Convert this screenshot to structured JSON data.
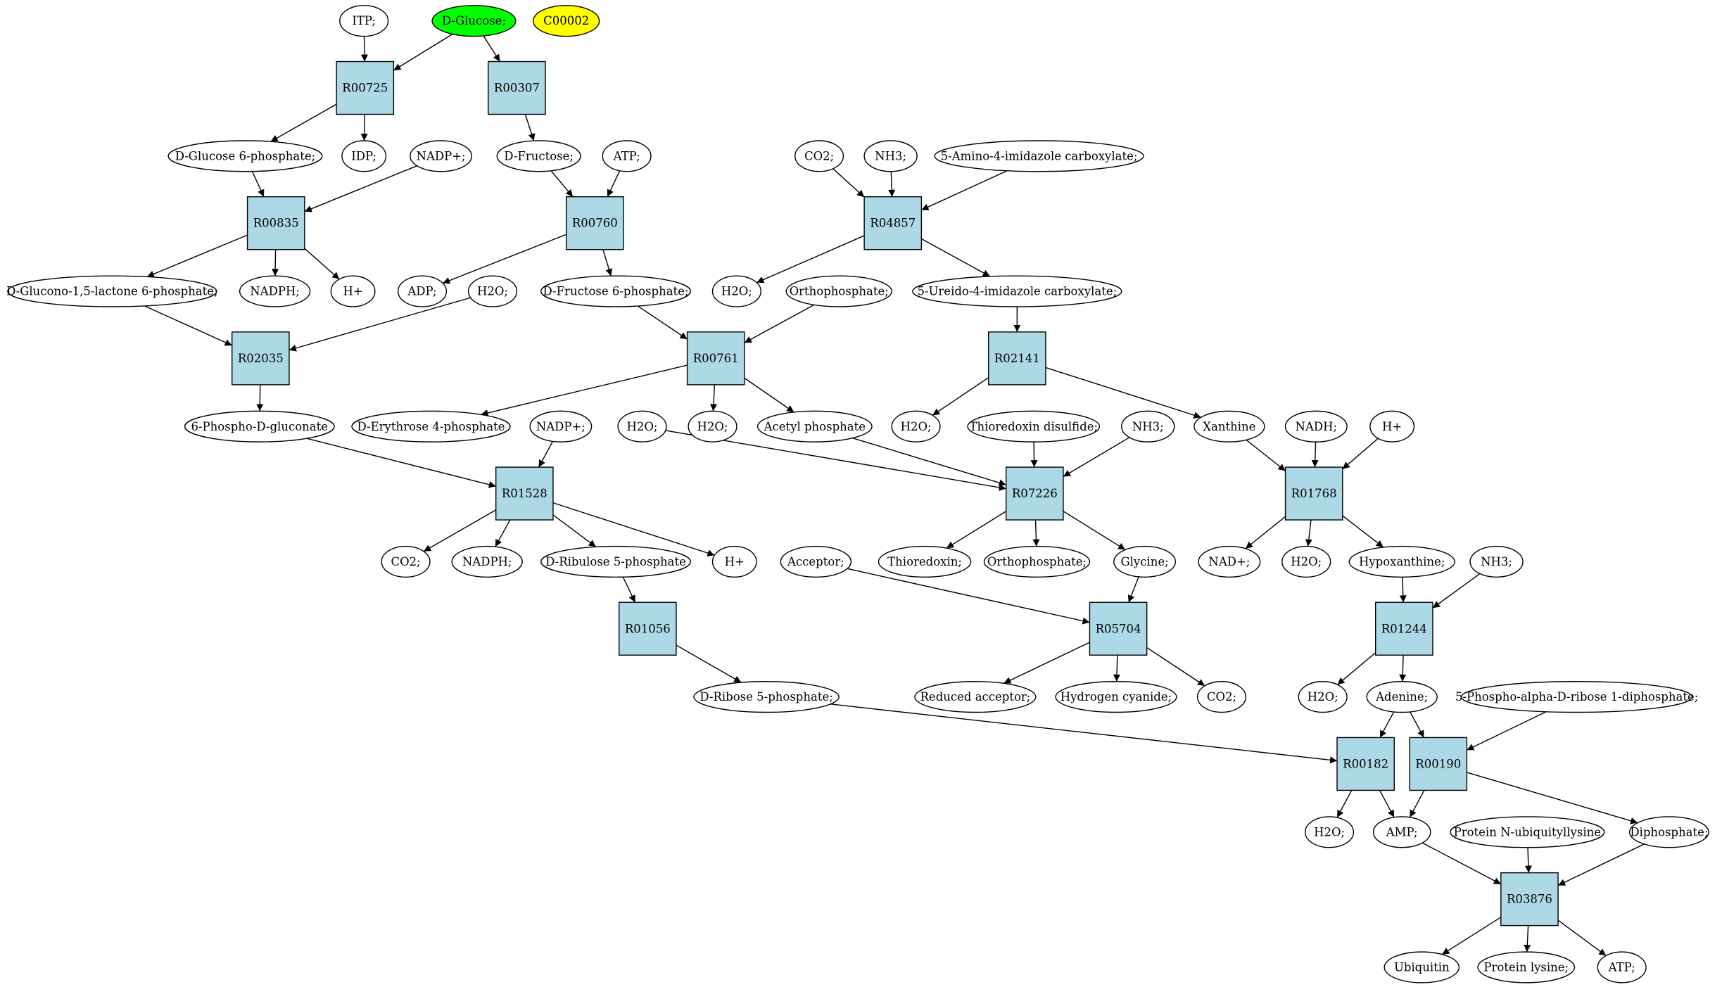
{
  "colors": {
    "reaction_fill": "#add8e6",
    "compound_fill": "#ffffff",
    "highlight_start": "#00ff00",
    "highlight_query": "#ffff00",
    "line": "#000000"
  },
  "nodes": [
    {
      "id": "itp",
      "label": "ITP;",
      "kind": "compound"
    },
    {
      "id": "dglucose",
      "label": "D-Glucose;",
      "kind": "compound",
      "fill": "highlight_start"
    },
    {
      "id": "c00002",
      "label": "C00002",
      "kind": "compound",
      "fill": "highlight_query"
    },
    {
      "id": "r00725",
      "label": "R00725",
      "kind": "reaction"
    },
    {
      "id": "r00307",
      "label": "R00307",
      "kind": "reaction"
    },
    {
      "id": "dg6p",
      "label": "D-Glucose 6-phosphate;",
      "kind": "compound"
    },
    {
      "id": "idp",
      "label": "IDP;",
      "kind": "compound"
    },
    {
      "id": "nadp1",
      "label": "NADP+;",
      "kind": "compound"
    },
    {
      "id": "dfructose",
      "label": "D-Fructose;",
      "kind": "compound"
    },
    {
      "id": "atp1",
      "label": "ATP;",
      "kind": "compound"
    },
    {
      "id": "co2a",
      "label": "CO2;",
      "kind": "compound"
    },
    {
      "id": "nh3a",
      "label": "NH3;",
      "kind": "compound"
    },
    {
      "id": "aic",
      "label": "5-Amino-4-imidazole carboxylate;",
      "kind": "compound"
    },
    {
      "id": "r00835",
      "label": "R00835",
      "kind": "reaction"
    },
    {
      "id": "r00760",
      "label": "R00760",
      "kind": "reaction"
    },
    {
      "id": "r04857",
      "label": "R04857",
      "kind": "reaction"
    },
    {
      "id": "dgl6p",
      "label": "D-Glucono-1,5-lactone 6-phosphate;",
      "kind": "compound"
    },
    {
      "id": "nadph1",
      "label": "NADPH;",
      "kind": "compound"
    },
    {
      "id": "hplus1",
      "label": "H+",
      "kind": "compound"
    },
    {
      "id": "adp",
      "label": "ADP;",
      "kind": "compound"
    },
    {
      "id": "h2o1",
      "label": "H2O;",
      "kind": "compound"
    },
    {
      "id": "df6p",
      "label": "D-Fructose 6-phosphate;",
      "kind": "compound"
    },
    {
      "id": "h2o2",
      "label": "H2O;",
      "kind": "compound"
    },
    {
      "id": "ortho1",
      "label": "Orthophosphate;",
      "kind": "compound"
    },
    {
      "id": "uic",
      "label": "5-Ureido-4-imidazole carboxylate;",
      "kind": "compound"
    },
    {
      "id": "r02035",
      "label": "R02035",
      "kind": "reaction"
    },
    {
      "id": "r00761",
      "label": "R00761",
      "kind": "reaction"
    },
    {
      "id": "r02141",
      "label": "R02141",
      "kind": "reaction"
    },
    {
      "id": "pdg",
      "label": "6-Phospho-D-gluconate",
      "kind": "compound"
    },
    {
      "id": "de4p",
      "label": "D-Erythrose 4-phosphate",
      "kind": "compound"
    },
    {
      "id": "nadp2",
      "label": "NADP+;",
      "kind": "compound"
    },
    {
      "id": "h2o3",
      "label": "H2O;",
      "kind": "compound"
    },
    {
      "id": "h2o4",
      "label": "H2O;",
      "kind": "compound"
    },
    {
      "id": "acp",
      "label": "Acetyl phosphate",
      "kind": "compound"
    },
    {
      "id": "h2o5",
      "label": "H2O;",
      "kind": "compound"
    },
    {
      "id": "thiodis",
      "label": "Thioredoxin disulfide;",
      "kind": "compound"
    },
    {
      "id": "nh3b",
      "label": "NH3;",
      "kind": "compound"
    },
    {
      "id": "xanthine",
      "label": "Xanthine",
      "kind": "compound"
    },
    {
      "id": "nadh",
      "label": "NADH;",
      "kind": "compound"
    },
    {
      "id": "hplus2",
      "label": "H+",
      "kind": "compound"
    },
    {
      "id": "r01528",
      "label": "R01528",
      "kind": "reaction"
    },
    {
      "id": "r07226",
      "label": "R07226",
      "kind": "reaction"
    },
    {
      "id": "r01768",
      "label": "R01768",
      "kind": "reaction"
    },
    {
      "id": "co2b",
      "label": "CO2;",
      "kind": "compound"
    },
    {
      "id": "nadph2",
      "label": "NADPH;",
      "kind": "compound"
    },
    {
      "id": "dr5p",
      "label": "D-Ribulose 5-phosphate",
      "kind": "compound"
    },
    {
      "id": "hplus3",
      "label": "H+",
      "kind": "compound"
    },
    {
      "id": "acceptor",
      "label": "Acceptor;",
      "kind": "compound"
    },
    {
      "id": "thioredoxin",
      "label": "Thioredoxin;",
      "kind": "compound"
    },
    {
      "id": "ortho2",
      "label": "Orthophosphate;",
      "kind": "compound"
    },
    {
      "id": "glycine",
      "label": "Glycine;",
      "kind": "compound"
    },
    {
      "id": "nadplus",
      "label": "NAD+;",
      "kind": "compound"
    },
    {
      "id": "h2o6",
      "label": "H2O;",
      "kind": "compound"
    },
    {
      "id": "hypox",
      "label": "Hypoxanthine;",
      "kind": "compound"
    },
    {
      "id": "nh3c",
      "label": "NH3;",
      "kind": "compound"
    },
    {
      "id": "r01056",
      "label": "R01056",
      "kind": "reaction"
    },
    {
      "id": "r05704",
      "label": "R05704",
      "kind": "reaction"
    },
    {
      "id": "r01244",
      "label": "R01244",
      "kind": "reaction"
    },
    {
      "id": "drib5p",
      "label": "D-Ribose 5-phosphate;",
      "kind": "compound"
    },
    {
      "id": "redacc",
      "label": "Reduced acceptor;",
      "kind": "compound"
    },
    {
      "id": "hcn",
      "label": "Hydrogen cyanide;",
      "kind": "compound"
    },
    {
      "id": "co2c",
      "label": "CO2;",
      "kind": "compound"
    },
    {
      "id": "h2o7",
      "label": "H2O;",
      "kind": "compound"
    },
    {
      "id": "adenine",
      "label": "Adenine;",
      "kind": "compound"
    },
    {
      "id": "prpp",
      "label": "5-Phospho-alpha-D-ribose 1-diphosphate;",
      "kind": "compound"
    },
    {
      "id": "r00182",
      "label": "R00182",
      "kind": "reaction"
    },
    {
      "id": "r00190",
      "label": "R00190",
      "kind": "reaction"
    },
    {
      "id": "h2o8",
      "label": "H2O;",
      "kind": "compound"
    },
    {
      "id": "amp",
      "label": "AMP;",
      "kind": "compound"
    },
    {
      "id": "pnul",
      "label": "Protein N-ubiquityllysine",
      "kind": "compound"
    },
    {
      "id": "diphos",
      "label": "Diphosphate;",
      "kind": "compound"
    },
    {
      "id": "r03876",
      "label": "R03876",
      "kind": "reaction"
    },
    {
      "id": "ubiquitin",
      "label": "Ubiquitin",
      "kind": "compound"
    },
    {
      "id": "plys",
      "label": "Protein lysine;",
      "kind": "compound"
    },
    {
      "id": "atp2",
      "label": "ATP;",
      "kind": "compound"
    }
  ],
  "edges": [
    [
      "itp",
      "r00725"
    ],
    [
      "dglucose",
      "r00725"
    ],
    [
      "dglucose",
      "r00307"
    ],
    [
      "r00725",
      "dg6p"
    ],
    [
      "r00725",
      "idp"
    ],
    [
      "r00307",
      "dfructose"
    ],
    [
      "dg6p",
      "r00835"
    ],
    [
      "nadp1",
      "r00835"
    ],
    [
      "dfructose",
      "r00760"
    ],
    [
      "atp1",
      "r00760"
    ],
    [
      "co2a",
      "r04857"
    ],
    [
      "nh3a",
      "r04857"
    ],
    [
      "aic",
      "r04857"
    ],
    [
      "r00835",
      "dgl6p"
    ],
    [
      "r00835",
      "nadph1"
    ],
    [
      "r00835",
      "hplus1"
    ],
    [
      "r00760",
      "adp"
    ],
    [
      "r00760",
      "df6p"
    ],
    [
      "r04857",
      "h2o2"
    ],
    [
      "r04857",
      "uic"
    ],
    [
      "dgl6p",
      "r02035"
    ],
    [
      "h2o1",
      "r02035"
    ],
    [
      "df6p",
      "r00761"
    ],
    [
      "ortho1",
      "r00761"
    ],
    [
      "uic",
      "r02141"
    ],
    [
      "r02035",
      "pdg"
    ],
    [
      "r00761",
      "de4p"
    ],
    [
      "r00761",
      "h2o4"
    ],
    [
      "r00761",
      "acp"
    ],
    [
      "r02141",
      "h2o5"
    ],
    [
      "r02141",
      "xanthine"
    ],
    [
      "pdg",
      "r01528"
    ],
    [
      "nadp2",
      "r01528"
    ],
    [
      "h2o3",
      "r07226"
    ],
    [
      "acp",
      "r07226"
    ],
    [
      "thiodis",
      "r07226"
    ],
    [
      "nh3b",
      "r07226"
    ],
    [
      "xanthine",
      "r01768"
    ],
    [
      "nadh",
      "r01768"
    ],
    [
      "hplus2",
      "r01768"
    ],
    [
      "r01528",
      "co2b"
    ],
    [
      "r01528",
      "nadph2"
    ],
    [
      "r01528",
      "dr5p"
    ],
    [
      "r01528",
      "hplus3"
    ],
    [
      "r07226",
      "thioredoxin"
    ],
    [
      "r07226",
      "ortho2"
    ],
    [
      "r07226",
      "glycine"
    ],
    [
      "r01768",
      "nadplus"
    ],
    [
      "r01768",
      "h2o6"
    ],
    [
      "r01768",
      "hypox"
    ],
    [
      "dr5p",
      "r01056"
    ],
    [
      "acceptor",
      "r05704"
    ],
    [
      "glycine",
      "r05704"
    ],
    [
      "hypox",
      "r01244"
    ],
    [
      "nh3c",
      "r01244"
    ],
    [
      "r01056",
      "drib5p"
    ],
    [
      "r05704",
      "redacc"
    ],
    [
      "r05704",
      "hcn"
    ],
    [
      "r05704",
      "co2c"
    ],
    [
      "r01244",
      "h2o7"
    ],
    [
      "r01244",
      "adenine"
    ],
    [
      "drib5p",
      "r00182"
    ],
    [
      "adenine",
      "r00182"
    ],
    [
      "adenine",
      "r00190"
    ],
    [
      "prpp",
      "r00190"
    ],
    [
      "r00182",
      "h2o8"
    ],
    [
      "r00182",
      "amp"
    ],
    [
      "r00190",
      "amp"
    ],
    [
      "r00190",
      "diphos"
    ],
    [
      "amp",
      "r03876"
    ],
    [
      "pnul",
      "r03876"
    ],
    [
      "diphos",
      "r03876"
    ],
    [
      "r03876",
      "ubiquitin"
    ],
    [
      "r03876",
      "plys"
    ],
    [
      "r03876",
      "atp2"
    ]
  ]
}
